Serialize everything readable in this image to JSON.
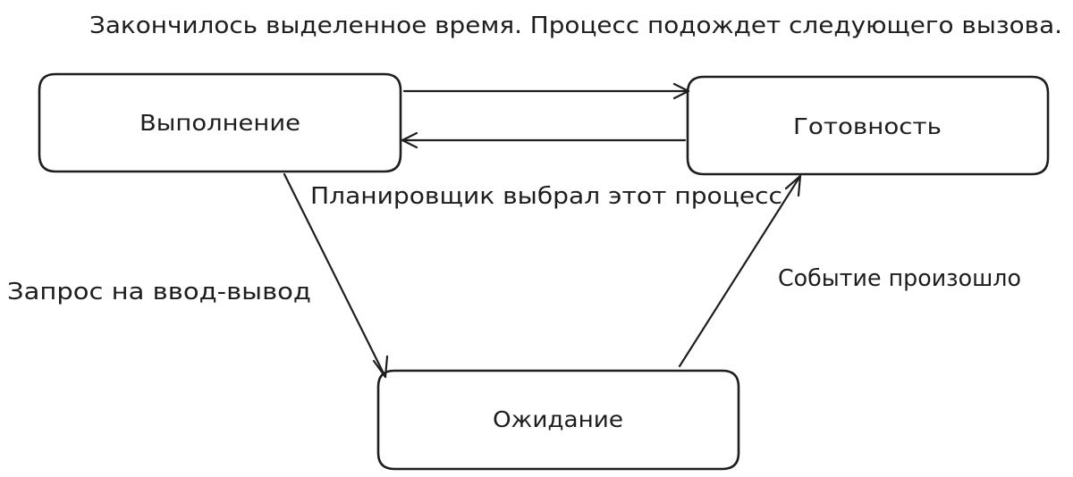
{
  "nodes": {
    "running": "Выполнение",
    "ready": "Готовность",
    "waiting": "Ожидание"
  },
  "edges": {
    "running_to_ready": "Закончилось выделенное время. Процесс подождет следующего вызова.",
    "ready_to_running": "Планировщик выбрал этот процесс",
    "running_to_waiting": "Запрос на ввод-вывод",
    "waiting_to_ready": "Событие произошло"
  }
}
